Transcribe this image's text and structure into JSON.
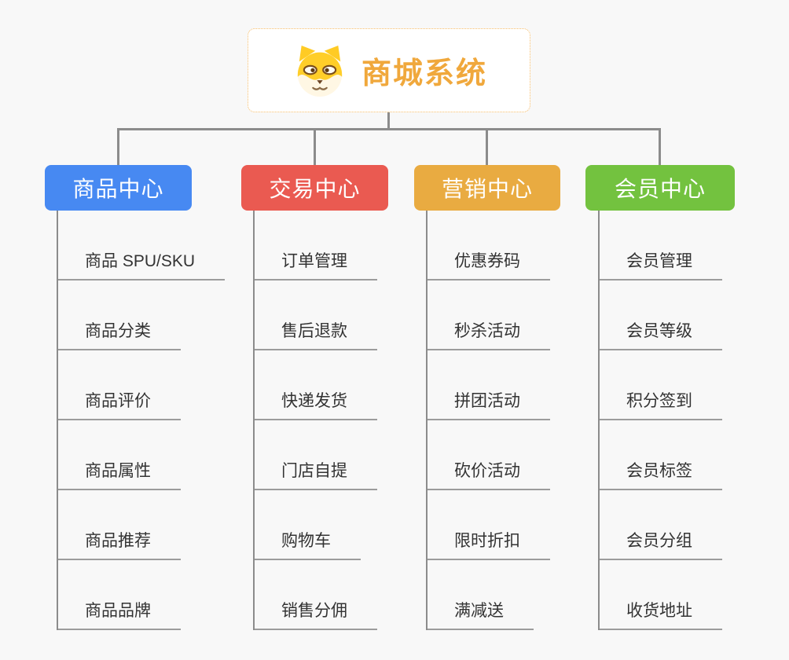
{
  "root": {
    "title": "商城系统",
    "icon": "shiba-dog-icon"
  },
  "theme": {
    "background": "#f8f8f8",
    "root_text": "#f0a83c",
    "root_border": "#f7be6b",
    "connector": "#8c8c8c",
    "leaf_text": "#333333"
  },
  "branches": [
    {
      "label": "商品中心",
      "color": "#4789f2",
      "items": [
        "商品 SPU/SKU",
        "商品分类",
        "商品评价",
        "商品属性",
        "商品推荐",
        "商品品牌"
      ]
    },
    {
      "label": "交易中心",
      "color": "#ea5a51",
      "items": [
        "订单管理",
        "售后退款",
        "快递发货",
        "门店自提",
        "购物车",
        "销售分佣"
      ]
    },
    {
      "label": "营销中心",
      "color": "#e9ab41",
      "items": [
        "优惠券码",
        "秒杀活动",
        "拼团活动",
        "砍价活动",
        "限时折扣",
        "满减送"
      ]
    },
    {
      "label": "会员中心",
      "color": "#73c23f",
      "items": [
        "会员管理",
        "会员等级",
        "积分签到",
        "会员标签",
        "会员分组",
        "收货地址"
      ]
    }
  ]
}
